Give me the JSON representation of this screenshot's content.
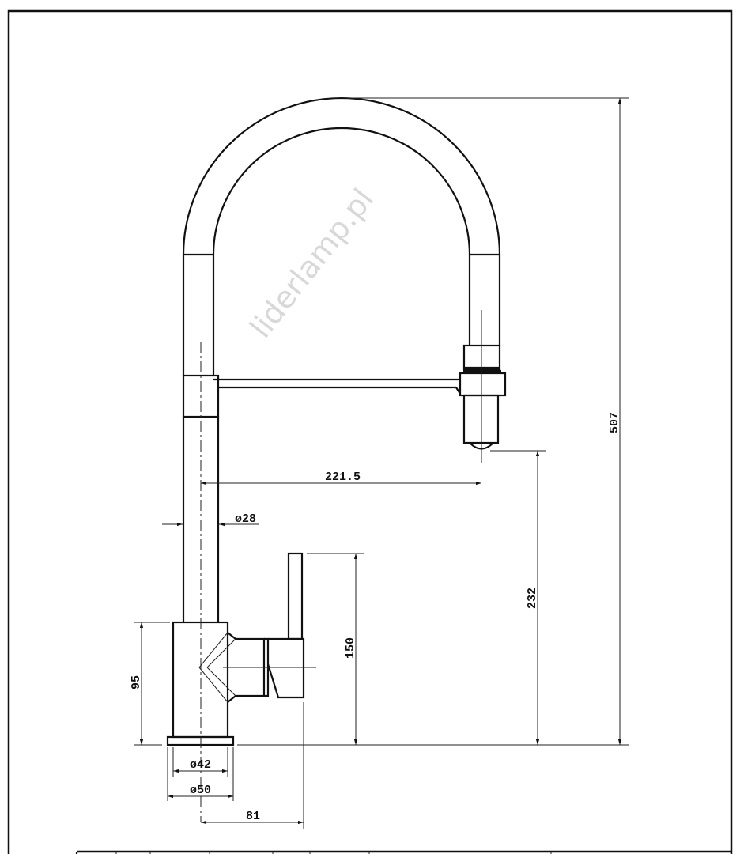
{
  "drawing": {
    "watermark": "liderlamp.pl",
    "dimensions": {
      "height_total": "507",
      "spout_height": "232",
      "lever_height": "150",
      "body_height": "95",
      "spout_reach": "221.5",
      "pipe_diameter": "ø28",
      "body_diameter": "ø42",
      "base_diameter": "ø50",
      "lever_offset": "81"
    }
  }
}
